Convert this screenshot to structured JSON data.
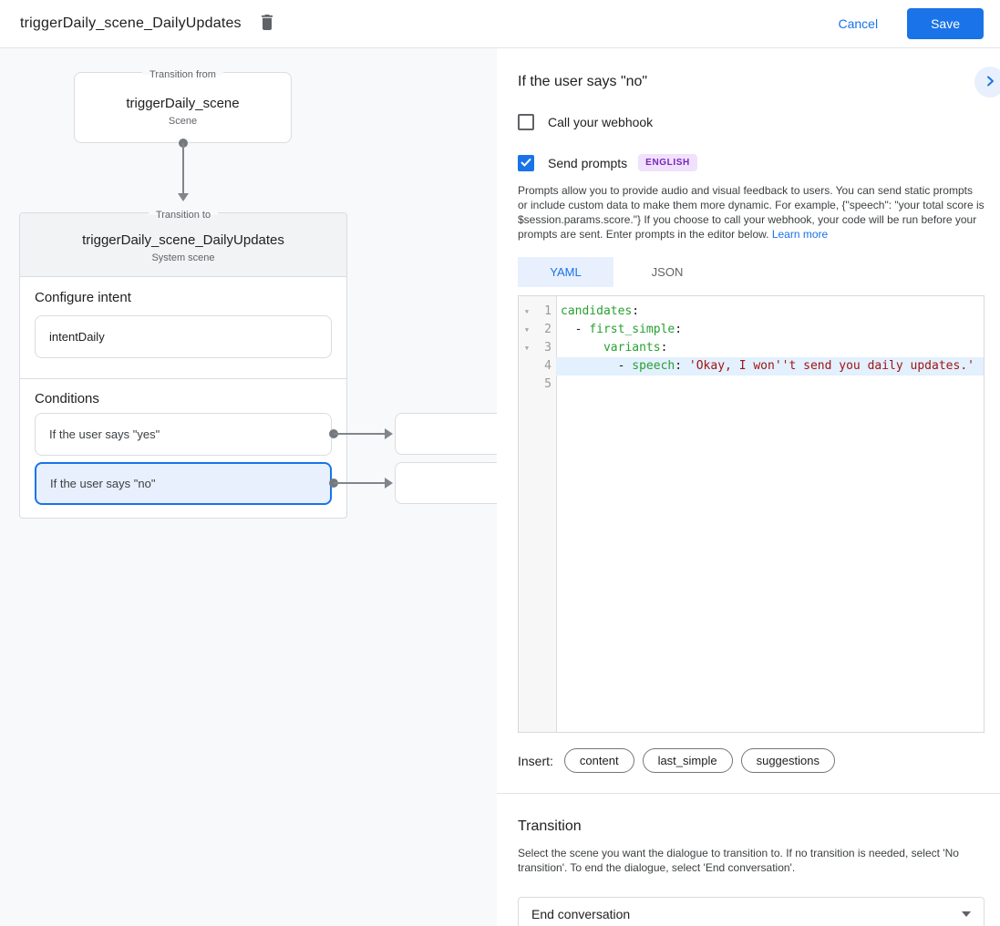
{
  "colors": {
    "accent": "#1a73e8",
    "selected_bg": "#e8f0fe",
    "canvas_bg": "#f8f9fa",
    "badge_bg": "#f0e1fc",
    "badge_text": "#7627bb",
    "code_key": "#28a032",
    "code_string": "#a11414"
  },
  "header": {
    "title": "triggerDaily_scene_DailyUpdates",
    "cancel_label": "Cancel",
    "save_label": "Save"
  },
  "canvas": {
    "from_box": {
      "legend": "Transition from",
      "title": "triggerDaily_scene",
      "subtitle": "Scene"
    },
    "to_box": {
      "legend": "Transition to",
      "title": "triggerDaily_scene_DailyUpdates",
      "subtitle": "System scene",
      "configure_intent_label": "Configure intent",
      "intent_value": "intentDaily",
      "conditions_label": "Conditions",
      "conditions": [
        {
          "label": "If the user says \"yes\"",
          "selected": false
        },
        {
          "label": "If the user says \"no\"",
          "selected": true
        }
      ]
    }
  },
  "panel": {
    "title": "If the user says \"no\"",
    "webhook": {
      "label": "Call your webhook",
      "checked": false
    },
    "prompts": {
      "label": "Send prompts",
      "checked": true,
      "language_badge": "ENGLISH"
    },
    "description": "Prompts allow you to provide audio and visual feedback to users. You can send static prompts or include custom data to make them more dynamic. For example, {\"speech\": \"your total score is $session.params.score.\"} If you choose to call your webhook, your code will be run before your prompts are sent. Enter prompts in the editor below. ",
    "learn_more_label": "Learn more",
    "tabs": [
      {
        "label": "YAML"
      },
      {
        "label": "JSON"
      }
    ],
    "editor": {
      "lines": [
        {
          "num": "1",
          "fold": "▼",
          "tokens": [
            {
              "s": "candidates"
            },
            {
              "s": ":"
            }
          ]
        },
        {
          "num": "2",
          "fold": "▼",
          "tokens": [
            {
              "s": "  - "
            },
            {
              "s": "first_simple"
            },
            {
              "s": ":"
            }
          ]
        },
        {
          "num": "3",
          "fold": "▼",
          "tokens": [
            {
              "s": "      "
            },
            {
              "s": "variants"
            },
            {
              "s": ":"
            }
          ]
        },
        {
          "num": "4",
          "fold": "",
          "highlight": true,
          "tokens": [
            {
              "s": "        - "
            },
            {
              "s": "speech"
            },
            {
              "s": ": "
            },
            {
              "s": "'Okay, I won''t send you daily updates.'"
            }
          ]
        },
        {
          "num": "5",
          "fold": "",
          "tokens": []
        }
      ]
    },
    "insert_label": "Insert:",
    "insert_chips": [
      "content",
      "last_simple",
      "suggestions"
    ],
    "transition": {
      "title": "Transition",
      "description": "Select the scene you want the dialogue to transition to. If no transition is needed, select 'No transition'. To end the dialogue, select 'End conversation'.",
      "selected_value": "End conversation"
    }
  }
}
